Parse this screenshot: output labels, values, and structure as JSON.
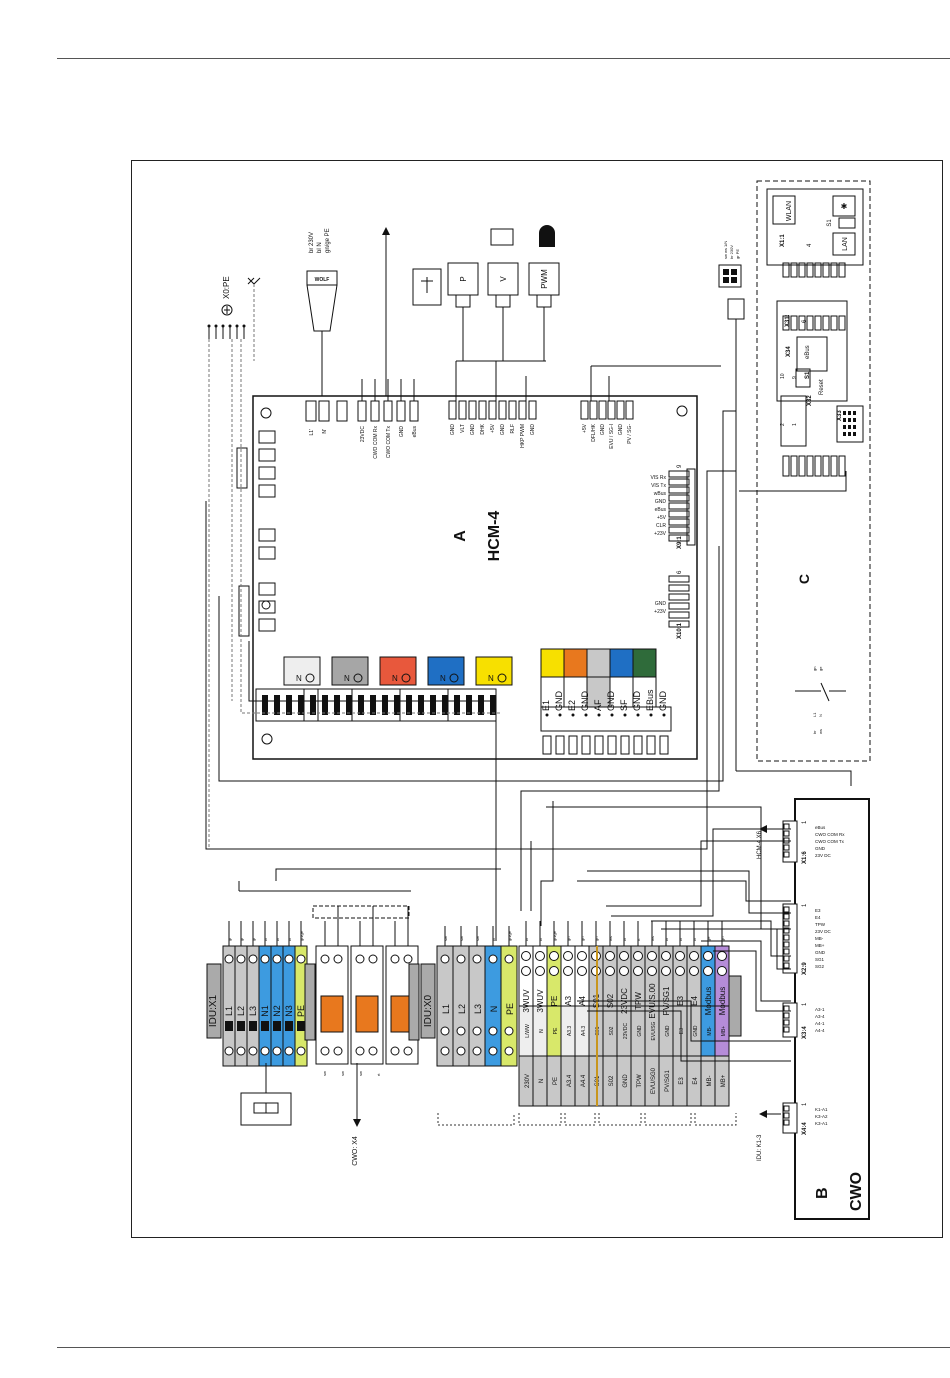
{
  "hcm": {
    "letter": "A",
    "name": "HCM-4",
    "power_labels": [
      "br 230V",
      "bl N",
      "gn/ge PE"
    ],
    "xpe": "X0:PE",
    "top_pins": [
      "L1'",
      "N'"
    ],
    "cwo_pins": [
      "23VDC",
      "CWO COM Rx",
      "CWO COM Tx",
      "GND",
      "eBus"
    ],
    "sensor_pins": [
      "GND",
      "VLT",
      "GND",
      "DHK",
      "+5V",
      "GND",
      "RLF",
      "HKP PWM",
      "GND"
    ],
    "evu_pins": [
      "+5V",
      "DFL/HK",
      "GND",
      "EVU / SG-I",
      "GND",
      "PV / SG-"
    ],
    "x9_label": "X9:1",
    "x9_end": "9",
    "x9_pins": [
      "VIS Rx",
      "VIS Tx",
      "wBus",
      "GND",
      "eBus",
      "+5V",
      "CLR",
      "+23V"
    ],
    "x10_label": "X10:1",
    "x10_end": "6",
    "x10_pins": [
      "GND",
      "+23V"
    ],
    "sensors": [
      "P",
      "V",
      "PWM"
    ],
    "n_label": "N",
    "bottom_terminals": [
      "E1",
      "GND",
      "E2",
      "GND",
      "AF",
      "GND",
      "SF",
      "GND",
      "EBus",
      "GND"
    ],
    "conn_colors": [
      "#eeeeee",
      "#a6a6a6",
      "#e8583c",
      "#1f6fc4",
      "#f7e000"
    ],
    "block_colors": [
      "#f7e000",
      "#e8781e",
      "#c8c8c8",
      "#1f6fc4",
      "#2f6b3a"
    ],
    "wire_small": [
      "gr",
      "gr",
      "br",
      "bl",
      "ws"
    ],
    "cap_labels": [
      "ws",
      "gn",
      "ge"
    ]
  },
  "module_c": {
    "letter": "C",
    "wlan": "WLAN",
    "lan": "LAN",
    "s1": "S1",
    "x11": "X1:1",
    "x11_end": "4",
    "x31": "X31:",
    "x31_end": "6",
    "x34": "X34",
    "x34_label": "eBus",
    "x32": "X32",
    "reset": "Reset",
    "x33": "X33",
    "s1_label": "S1",
    "pin_nums": [
      "10",
      "9",
      "2",
      "1"
    ],
    "switch_labels": [
      "gn",
      "ge",
      "L1",
      "N",
      "br",
      "ws"
    ],
    "power_labels": [
      "sw ws 1/N",
      "br 230V",
      "gr PE"
    ]
  },
  "cwo": {
    "letter": "B",
    "name": "CWO",
    "x16": "X1:6",
    "x16_end": "1",
    "x16_ref": "HCM-4 X6",
    "x16_pins": [
      "eBus",
      "CWO COM Rx",
      "CWO COM Tx",
      "GND",
      "23V DC"
    ],
    "x29": "X2:9",
    "x29_end": "1",
    "x29_pins": [
      "E3",
      "E4",
      "TPW",
      "23V DC",
      "MB-",
      "MB+",
      "GND",
      "SG1",
      "SG2"
    ],
    "x34": "X3:4",
    "x34_end": "1",
    "x34_pins": [
      "A3-1",
      "A3-4",
      "A4-1",
      "A4-4"
    ],
    "x44": "X4:4",
    "x44_end": "1",
    "x44_ref": "IDU: K1-3",
    "x44_pins": [
      "K1-A1",
      "K3-A2",
      "K3-A1"
    ]
  },
  "idu_x1": {
    "label": "IDU:X1",
    "terminals": [
      "L1",
      "L2",
      "L3",
      "N1",
      "N2",
      "N3",
      "PE"
    ],
    "colors": [
      "#c8c8c8",
      "#c8c8c8",
      "#c8c8c8",
      "#3d9be0",
      "#3d9be0",
      "#3d9be0",
      "#d8e86a"
    ],
    "wires": [
      "gr",
      "gr",
      "gr",
      "bl",
      "bl",
      "bl",
      "gn/ge"
    ],
    "cwo_ref": "CWO: X4",
    "relay_labels": [
      "sw",
      "sw",
      "sw",
      "rt"
    ]
  },
  "idu_x0": {
    "label": "IDU:X0",
    "terminals": [
      "L1",
      "L2",
      "L3",
      "N",
      "PE"
    ],
    "colors": [
      "#c8c8c8",
      "#c8c8c8",
      "#c8c8c8",
      "#3d9be0",
      "#d8e86a"
    ],
    "wires": [
      "sw",
      "sw",
      "sw",
      "bl",
      "gn/ge"
    ]
  },
  "terminal_strip": {
    "upper": [
      "3WUV",
      "3WUV",
      "PE",
      "A3",
      "A4",
      "S01",
      "S02",
      "23VDC",
      "TPW",
      "EVU/S.00",
      "PV/SG1",
      "E3",
      "E4",
      "Modbus",
      "Modbus"
    ],
    "middle": [
      "L/WW",
      "N",
      "PE",
      "A3.3",
      "A4.3",
      "S01",
      "S02",
      "23VDC",
      "GND",
      "EVU/SG",
      "GND",
      "E3",
      "GND",
      "MB-",
      "MB+"
    ],
    "lower": [
      "230V",
      "N",
      "PE",
      "A3.4",
      "A4.4",
      "S01",
      "S02",
      "GND",
      "TPW",
      "EVU/SG0",
      "PV/SG1",
      "E3",
      "E4",
      "MB-",
      "MB+"
    ],
    "colors": [
      "#ffffff",
      "#ffffff",
      "#d8e86a",
      "#ffffff",
      "#ffffff",
      "#c8c8c8",
      "#c8c8c8",
      "#c8c8c8",
      "#c8c8c8",
      "#c8c8c8",
      "#c8c8c8",
      "#c8c8c8",
      "#c8c8c8",
      "#3d9be0",
      "#b58cd8"
    ],
    "wires": [
      "br",
      "bl",
      "gn/ge",
      "gn",
      "gn",
      "gn",
      "ws",
      "br",
      "rt",
      "ws",
      "br",
      "br",
      "bl",
      "ge",
      "gn"
    ]
  }
}
